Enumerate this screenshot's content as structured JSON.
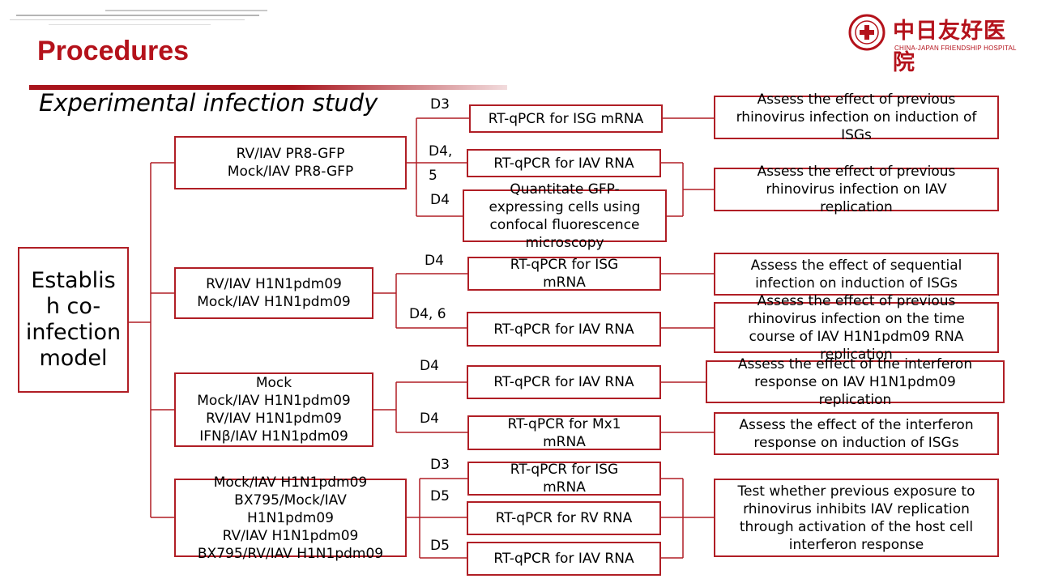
{
  "slide": {
    "title": "Procedures",
    "subtitle": "Experimental infection study"
  },
  "logo": {
    "chinese_name": "中日友好医院",
    "english_name": "CHINA-JAPAN FRIENDSHIP HOSPITAL",
    "icon": "hospital-emblem-icon"
  },
  "colors": {
    "accent": "#b4121b",
    "box_border": "#b01e25",
    "connector": "#b01e25"
  },
  "diagram": {
    "root": "Establis\nh co-\ninfection\nmodel",
    "groups": [
      {
        "label": "RV/IAV PR8-GFP\nMock/IAV PR8-GFP"
      },
      {
        "label": "RV/IAV H1N1pdm09\nMock/IAV H1N1pdm09"
      },
      {
        "label": "Mock\nMock/IAV H1N1pdm09\nRV/IAV H1N1pdm09\nIFNβ/IAV H1N1pdm09"
      },
      {
        "label": "Mock/IAV H1N1pdm09\nBX795/Mock/IAV\nH1N1pdm09\nRV/IAV H1N1pdm09\nBX795/RV/IAV H1N1pdm09"
      }
    ],
    "day_labels": [
      "D3",
      "D4,\n5",
      "D4",
      "D4",
      "D4, 6",
      "D4",
      "D4",
      "D3",
      "D5",
      "D5"
    ],
    "assays": [
      "RT-qPCR for ISG mRNA",
      "RT-qPCR for IAV RNA",
      "Quantitate GFP-\nexpressing cells using\nconfocal fluorescence\nmicroscopy",
      "RT-qPCR for ISG\nmRNA",
      "RT-qPCR for IAV RNA",
      "RT-qPCR for IAV RNA",
      "RT-qPCR for Mx1\nmRNA",
      "RT-qPCR for ISG\nmRNA",
      "RT-qPCR for RV RNA",
      "RT-qPCR for IAV RNA"
    ],
    "outcomes": [
      "Assess the effect of previous\nrhinovirus infection on induction of\nISGs",
      "Assess the effect of previous\nrhinovirus infection on IAV\nreplication",
      "Assess the effect of sequential\ninfection on induction of ISGs",
      "Assess the effect of previous\nrhinovirus infection on the time\ncourse of IAV H1N1pdm09 RNA\nreplication",
      "Assess the effect of the interferon\nresponse on IAV H1N1pdm09\nreplication",
      "Assess the effect of the interferon\nresponse on induction of ISGs",
      "Test whether previous exposure to\nrhinovirus inhibits IAV replication\nthrough activation of the host cell\ninterferon response"
    ]
  }
}
